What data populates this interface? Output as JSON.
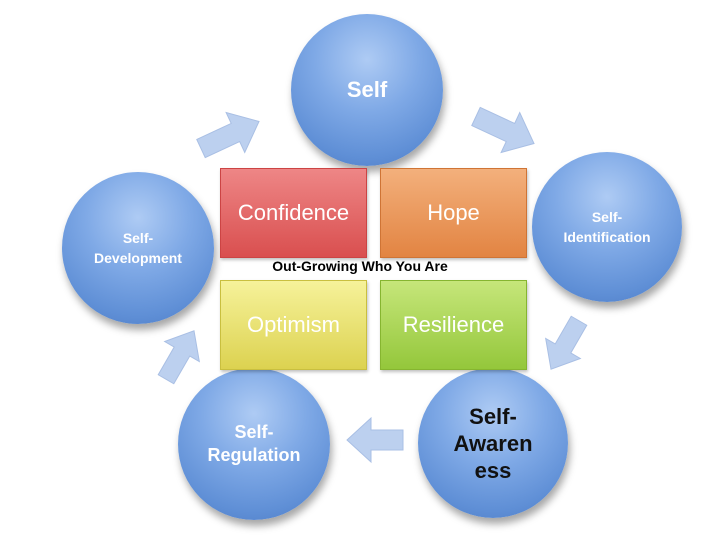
{
  "circles": {
    "self": "Self",
    "identification": "Self-\nIdentification",
    "awareness": "Self-\nAwaren\ness",
    "regulation": "Self-\nRegulation",
    "development": "Self-\nDevelopment"
  },
  "tiles": {
    "confidence": "Confidence",
    "hope": "Hope",
    "optimism": "Optimism",
    "resilience": "Resilience"
  },
  "center_label": "Out-Growing Who You Are",
  "colors": {
    "circle": "#6f9ce0",
    "confidence": "#e06666",
    "hope": "#e8935a",
    "optimism": "#eee66e",
    "resilience": "#a9d353",
    "arrow": "#b9cdee"
  }
}
